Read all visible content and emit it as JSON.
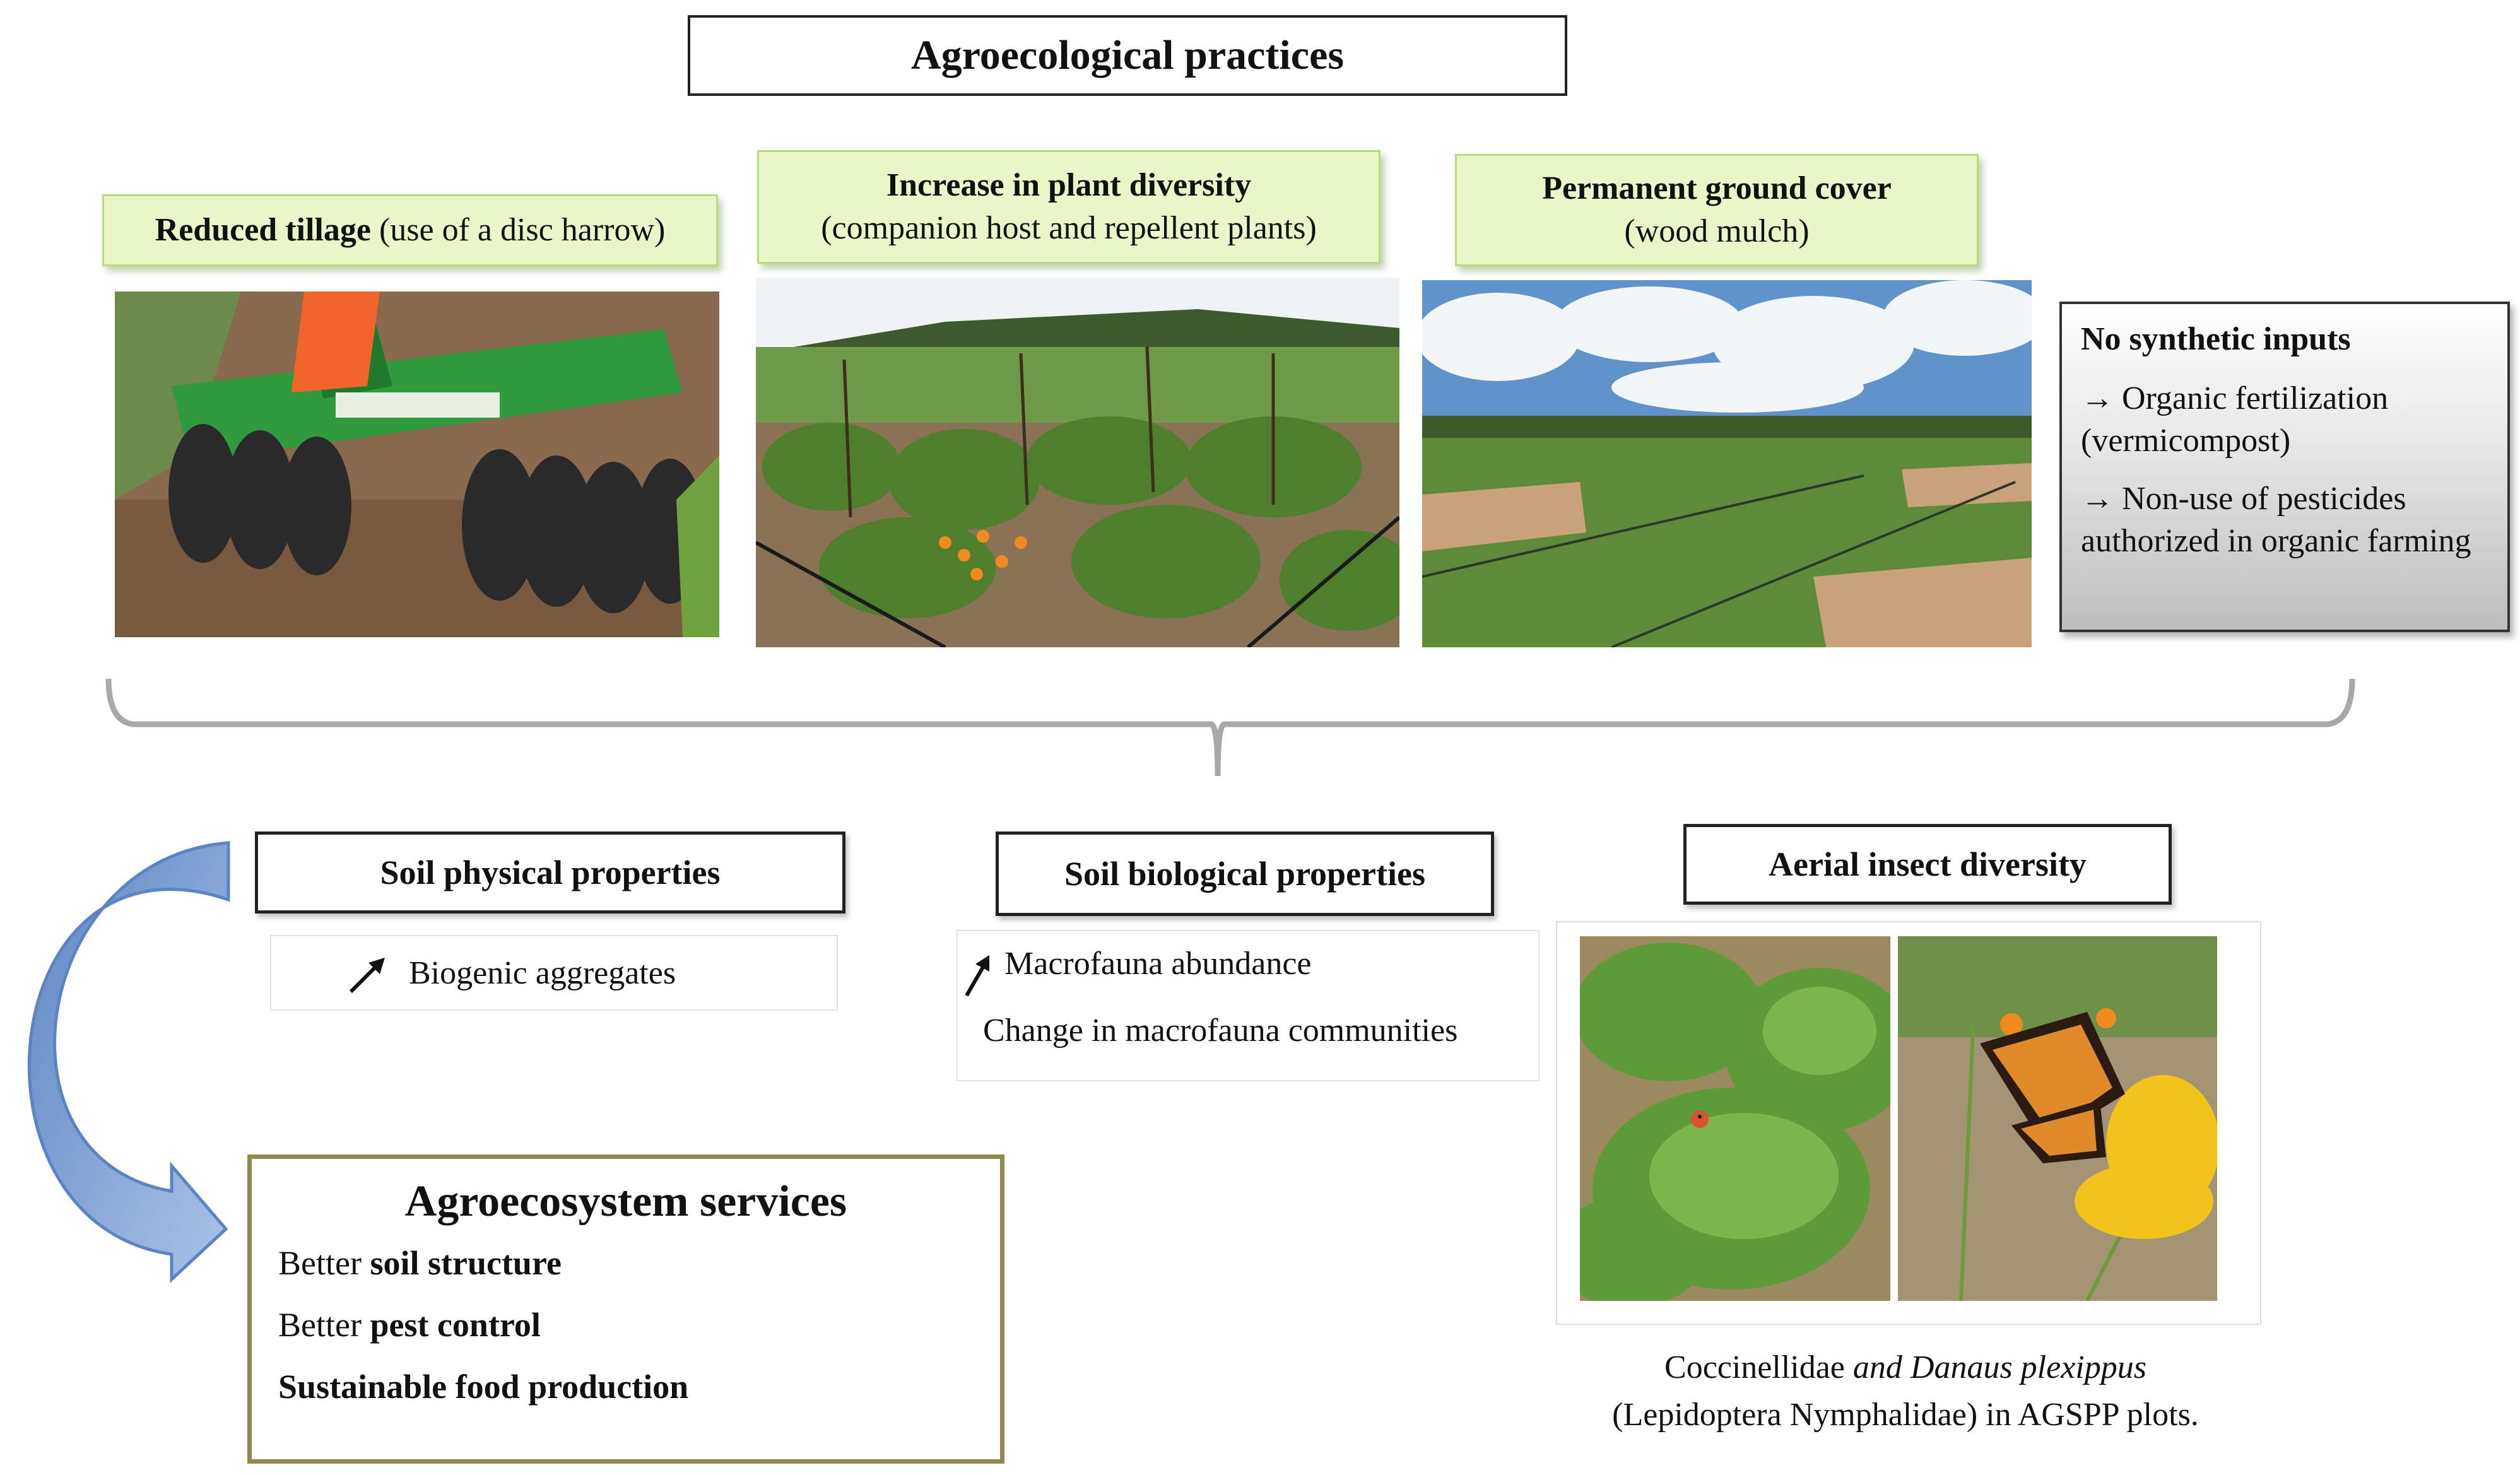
{
  "title": "Agroecological practices",
  "practices": [
    {
      "bold": "Reduced tillage",
      "normal": " (use of a disc harrow)"
    },
    {
      "bold": "Increase in plant diversity",
      "normal": "(companion host and repellent plants)"
    },
    {
      "bold": "Permanent ground cover",
      "normal": "(wood mulch)"
    }
  ],
  "no_synthetic": {
    "heading": "No synthetic inputs",
    "item1": "Organic fertilization (vermicompost)",
    "item2": "Non-use of pesticides authorized in organic farming",
    "arrow_icon": "right-arrow-icon"
  },
  "outcomes": {
    "physical": {
      "title": "Soil physical properties",
      "result": "Biogenic aggregates"
    },
    "biological": {
      "title": "Soil biological properties",
      "result1": "Macrofauna abundance",
      "result2": "Change in macrofauna communities"
    },
    "insects": {
      "title": "Aerial insect diversity"
    }
  },
  "increase_icon": "increase-arrow-icon",
  "services": {
    "title": "Agroecosystem services",
    "line1_prefix": "Better ",
    "line1_bold": "soil structure",
    "line2_prefix": "Better ",
    "line2_bold": "pest control",
    "line3_bold": "Sustainable food production"
  },
  "caption": {
    "part1": "Coccinellidae ",
    "part2_italic": "and Danaus plexippus",
    "line2": "(Lepidoptera Nymphalidae) in AGSPP plots."
  },
  "colors": {
    "green_fill": "#e8f6c8",
    "green_border": "#b6dc7e",
    "services_border": "#8f8a4c",
    "curved_arrow": "#7fa3d6"
  }
}
